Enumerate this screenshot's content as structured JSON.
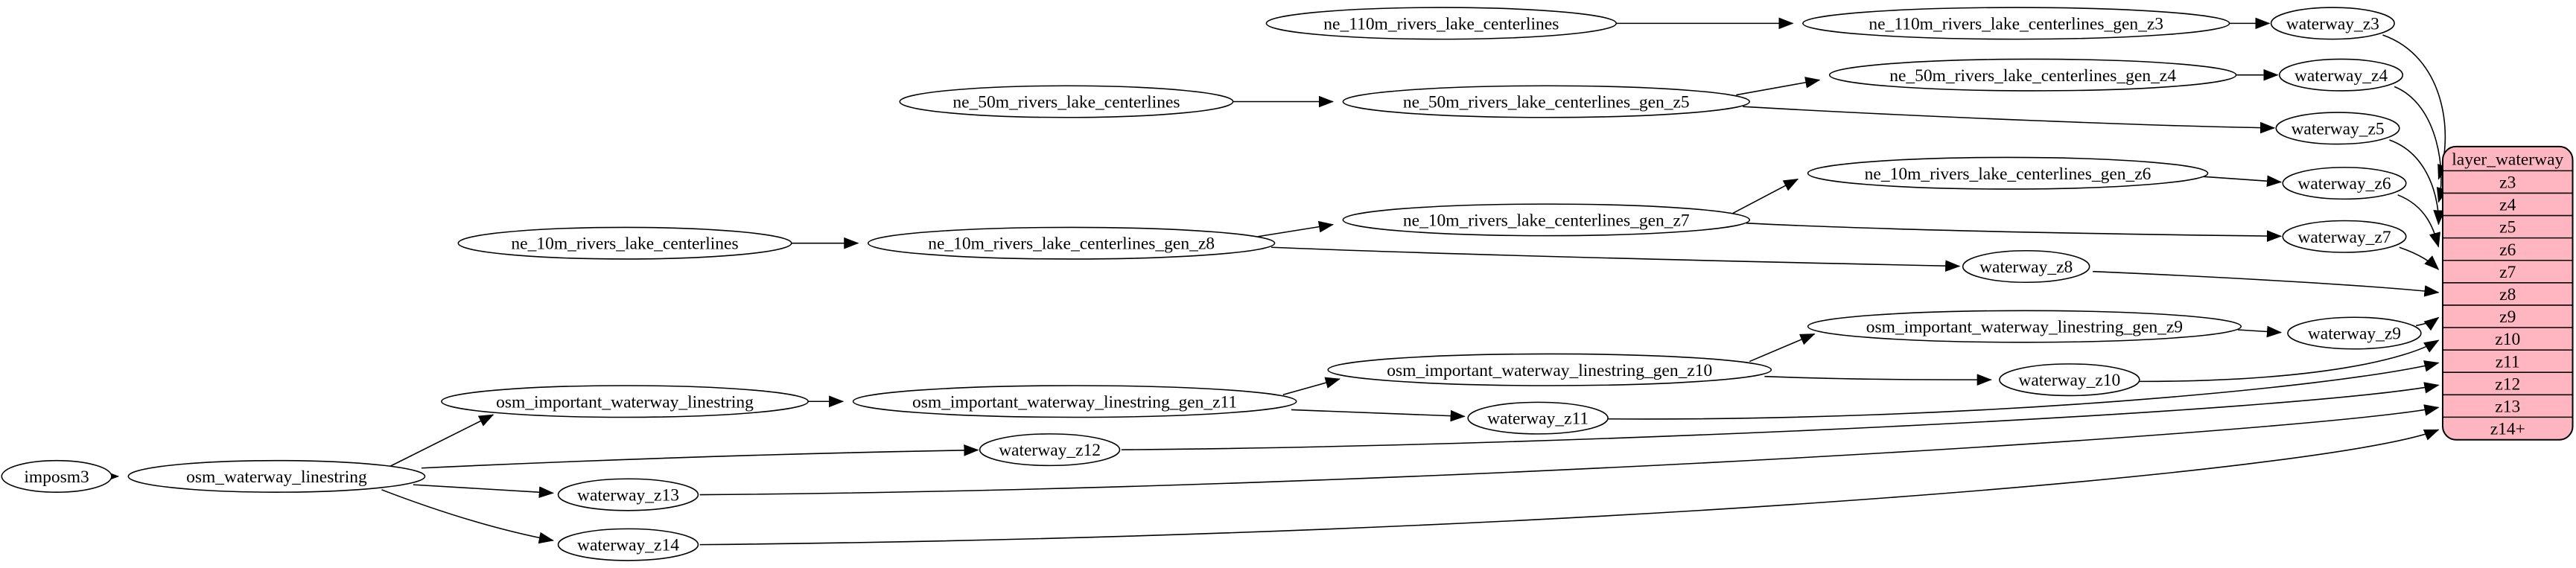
{
  "diagram": {
    "kind": "graphviz-etl-flow",
    "colors": {
      "background": "#ffffff",
      "node_fill": "#ffffff",
      "record_fill": "#ffb6c1",
      "stroke": "#000000"
    },
    "nodes": {
      "imposm3": "imposm3",
      "osm_waterway_linestring": "osm_waterway_linestring",
      "osm_important_waterway_linestring": "osm_important_waterway_linestring",
      "osm_important_waterway_linestring_gen_z11": "osm_important_waterway_linestring_gen_z11",
      "osm_important_waterway_linestring_gen_z10": "osm_important_waterway_linestring_gen_z10",
      "osm_important_waterway_linestring_gen_z9": "osm_important_waterway_linestring_gen_z9",
      "ne_110m_rivers_lake_centerlines": "ne_110m_rivers_lake_centerlines",
      "ne_110m_rivers_lake_centerlines_gen_z3": "ne_110m_rivers_lake_centerlines_gen_z3",
      "ne_50m_rivers_lake_centerlines": "ne_50m_rivers_lake_centerlines",
      "ne_50m_rivers_lake_centerlines_gen_z5": "ne_50m_rivers_lake_centerlines_gen_z5",
      "ne_50m_rivers_lake_centerlines_gen_z4": "ne_50m_rivers_lake_centerlines_gen_z4",
      "ne_10m_rivers_lake_centerlines": "ne_10m_rivers_lake_centerlines",
      "ne_10m_rivers_lake_centerlines_gen_z8": "ne_10m_rivers_lake_centerlines_gen_z8",
      "ne_10m_rivers_lake_centerlines_gen_z7": "ne_10m_rivers_lake_centerlines_gen_z7",
      "ne_10m_rivers_lake_centerlines_gen_z6": "ne_10m_rivers_lake_centerlines_gen_z6",
      "waterway_z3": "waterway_z3",
      "waterway_z4": "waterway_z4",
      "waterway_z5": "waterway_z5",
      "waterway_z6": "waterway_z6",
      "waterway_z7": "waterway_z7",
      "waterway_z8": "waterway_z8",
      "waterway_z9": "waterway_z9",
      "waterway_z10": "waterway_z10",
      "waterway_z11": "waterway_z11",
      "waterway_z12": "waterway_z12",
      "waterway_z13": "waterway_z13",
      "waterway_z14": "waterway_z14"
    },
    "record": {
      "title": "layer_waterway",
      "rows": [
        "z3",
        "z4",
        "z5",
        "z6",
        "z7",
        "z8",
        "z9",
        "z10",
        "z11",
        "z12",
        "z13",
        "z14+"
      ]
    },
    "edges": [
      [
        "imposm3",
        "osm_waterway_linestring"
      ],
      [
        "osm_waterway_linestring",
        "osm_important_waterway_linestring"
      ],
      [
        "osm_waterway_linestring",
        "waterway_z12"
      ],
      [
        "osm_waterway_linestring",
        "waterway_z13"
      ],
      [
        "osm_waterway_linestring",
        "waterway_z14"
      ],
      [
        "osm_important_waterway_linestring",
        "osm_important_waterway_linestring_gen_z11"
      ],
      [
        "osm_important_waterway_linestring_gen_z11",
        "osm_important_waterway_linestring_gen_z10"
      ],
      [
        "osm_important_waterway_linestring_gen_z11",
        "waterway_z11"
      ],
      [
        "osm_important_waterway_linestring_gen_z10",
        "osm_important_waterway_linestring_gen_z9"
      ],
      [
        "osm_important_waterway_linestring_gen_z10",
        "waterway_z10"
      ],
      [
        "osm_important_waterway_linestring_gen_z9",
        "waterway_z9"
      ],
      [
        "ne_110m_rivers_lake_centerlines",
        "ne_110m_rivers_lake_centerlines_gen_z3"
      ],
      [
        "ne_110m_rivers_lake_centerlines_gen_z3",
        "waterway_z3"
      ],
      [
        "ne_50m_rivers_lake_centerlines",
        "ne_50m_rivers_lake_centerlines_gen_z5"
      ],
      [
        "ne_50m_rivers_lake_centerlines_gen_z5",
        "ne_50m_rivers_lake_centerlines_gen_z4"
      ],
      [
        "ne_50m_rivers_lake_centerlines_gen_z5",
        "waterway_z5"
      ],
      [
        "ne_50m_rivers_lake_centerlines_gen_z4",
        "waterway_z4"
      ],
      [
        "ne_10m_rivers_lake_centerlines",
        "ne_10m_rivers_lake_centerlines_gen_z8"
      ],
      [
        "ne_10m_rivers_lake_centerlines_gen_z8",
        "ne_10m_rivers_lake_centerlines_gen_z7"
      ],
      [
        "ne_10m_rivers_lake_centerlines_gen_z8",
        "waterway_z8"
      ],
      [
        "ne_10m_rivers_lake_centerlines_gen_z7",
        "ne_10m_rivers_lake_centerlines_gen_z6"
      ],
      [
        "ne_10m_rivers_lake_centerlines_gen_z7",
        "waterway_z7"
      ],
      [
        "ne_10m_rivers_lake_centerlines_gen_z6",
        "waterway_z6"
      ],
      [
        "waterway_z3",
        "layer_waterway.z3"
      ],
      [
        "waterway_z4",
        "layer_waterway.z4"
      ],
      [
        "waterway_z5",
        "layer_waterway.z5"
      ],
      [
        "waterway_z6",
        "layer_waterway.z6"
      ],
      [
        "waterway_z7",
        "layer_waterway.z7"
      ],
      [
        "waterway_z8",
        "layer_waterway.z8"
      ],
      [
        "waterway_z9",
        "layer_waterway.z9"
      ],
      [
        "waterway_z10",
        "layer_waterway.z10"
      ],
      [
        "waterway_z11",
        "layer_waterway.z11"
      ],
      [
        "waterway_z12",
        "layer_waterway.z12"
      ],
      [
        "waterway_z13",
        "layer_waterway.z13"
      ],
      [
        "waterway_z14",
        "layer_waterway.z14+"
      ]
    ]
  }
}
